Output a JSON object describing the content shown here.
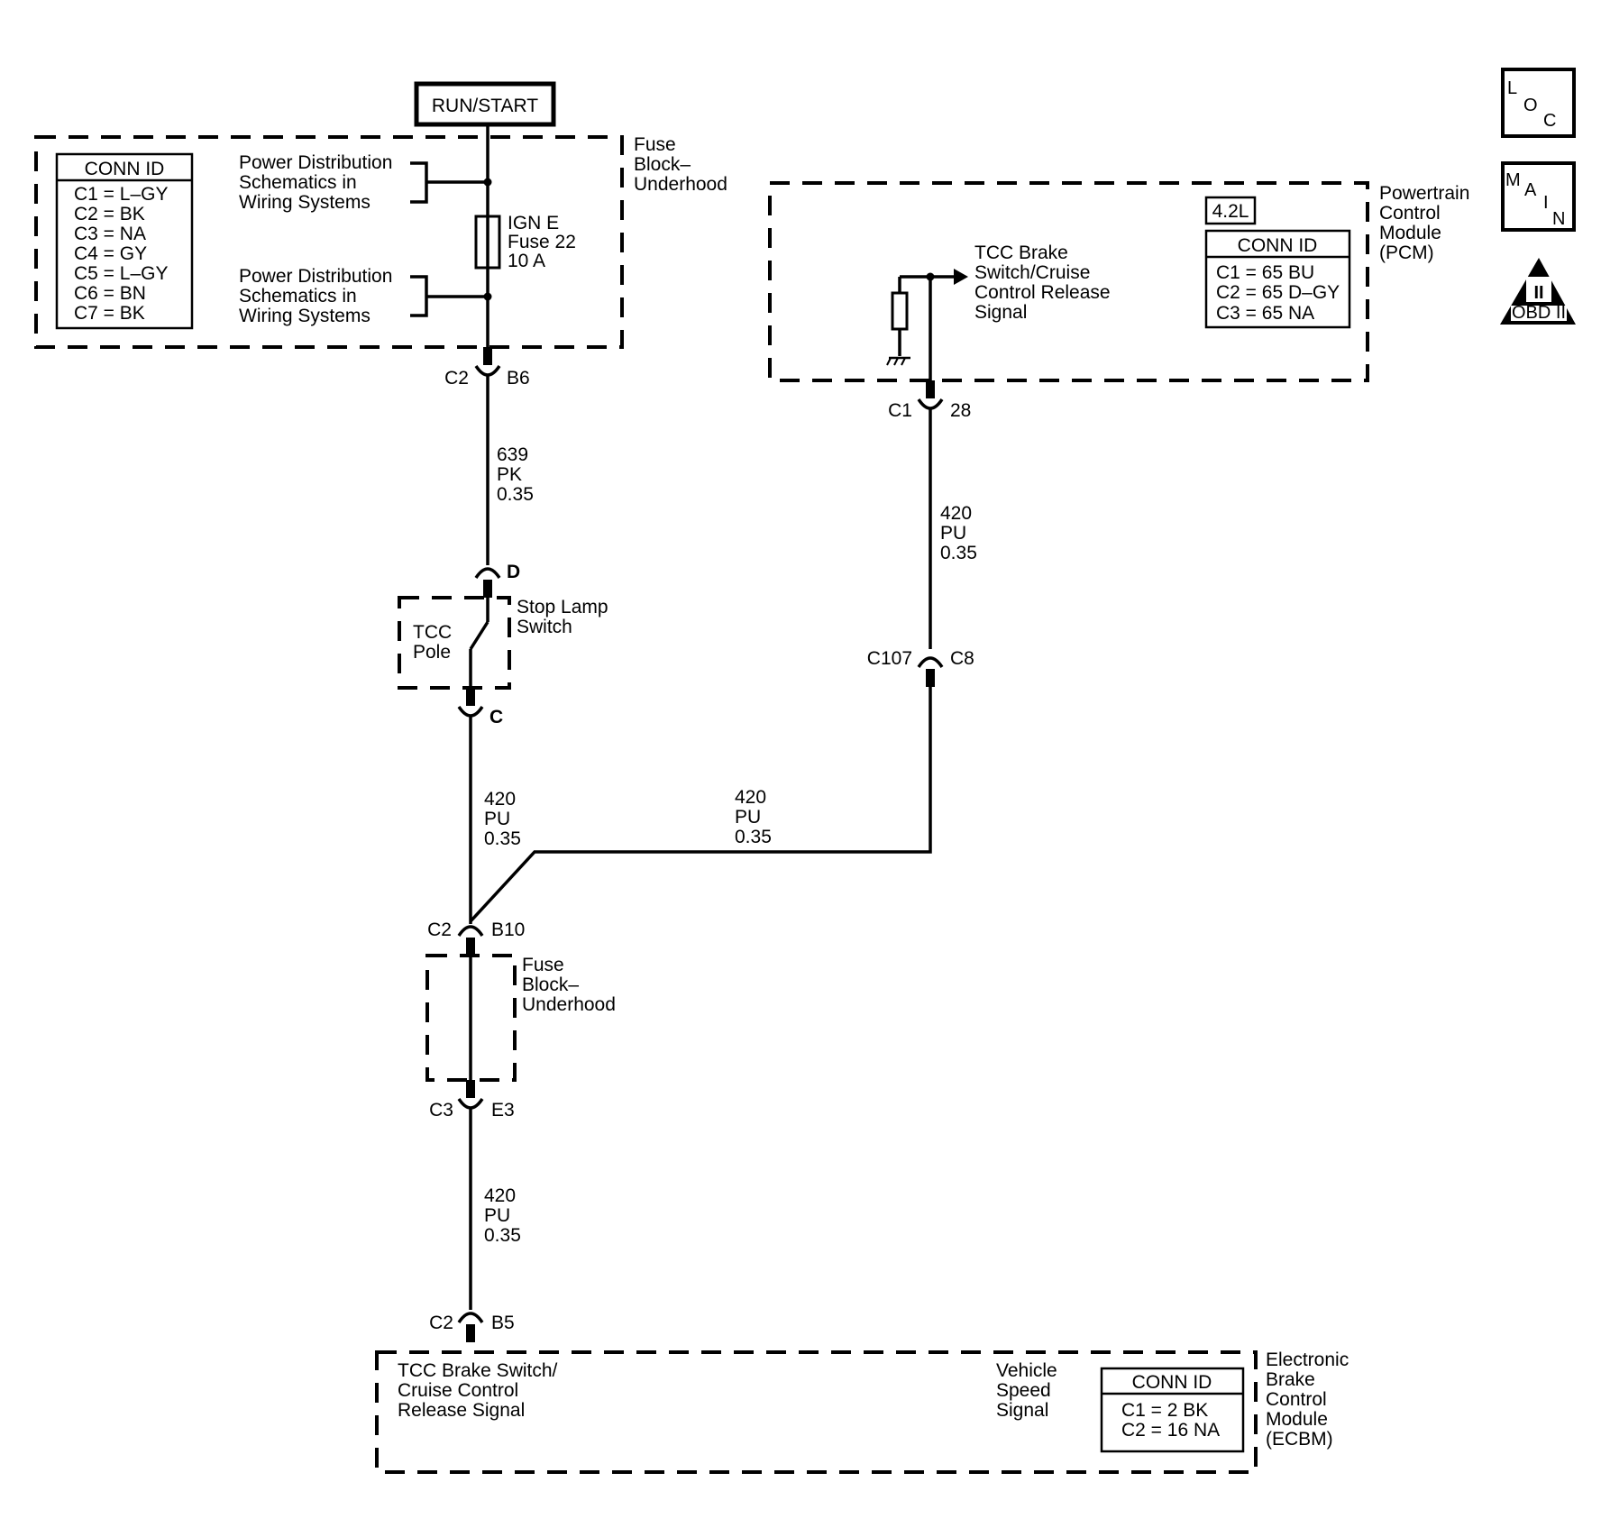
{
  "power": {
    "label": "RUN/START"
  },
  "fuse_block_top": {
    "name": "Fuse\nBlock–\nUnderhood",
    "conn_id": {
      "title": "CONN ID",
      "rows": [
        "C1 = L–GY",
        "C2 = BK",
        "C3 = NA",
        "C4 = GY",
        "C5 = L–GY",
        "C6 = BN",
        "C7 = BK"
      ]
    },
    "power_dist_1": "Power Distribution\nSchematics in\nWiring Systems",
    "power_dist_2": "Power Distribution\nSchematics in\nWiring Systems",
    "fuse": "IGN E\nFuse 22\n10 A",
    "conn_out": {
      "left": "C2",
      "right": "B6"
    }
  },
  "pcm": {
    "name": "Powertrain\nControl\nModule\n(PCM)",
    "engine": "4.2L",
    "conn_id": {
      "title": "CONN ID",
      "rows": [
        "C1 = 65 BU",
        "C2 = 65 D–GY",
        "C3 = 65 NA"
      ]
    },
    "signal": "TCC Brake\nSwitch/Cruise\nControl Release\nSignal",
    "conn_out": {
      "left": "C1",
      "right": "28"
    }
  },
  "wires": {
    "w639": "639\nPK\n0.35",
    "w420_pcm": "420\nPU\n0.35",
    "w420_switch": "420\nPU\n0.35",
    "w420_splice": "420\nPU\n0.35",
    "w420_ecbm": "420\nPU\n0.35"
  },
  "stop_lamp_switch": {
    "name": "Stop Lamp\nSwitch",
    "pole": "TCC\nPole",
    "pin_in": "D",
    "pin_out": "C"
  },
  "inline_c107": {
    "left": "C107",
    "right": "C8"
  },
  "fuse_block_bottom": {
    "name": "Fuse\nBlock–\nUnderhood",
    "conn_in": {
      "left": "C2",
      "right": "B10"
    },
    "conn_out": {
      "left": "C3",
      "right": "E3"
    }
  },
  "ecbm": {
    "name": "Electronic\nBrake\nControl\nModule\n(ECBM)",
    "conn_in": {
      "left": "C2",
      "right": "B5"
    },
    "signal": "TCC Brake Switch/\nCruise Control\nRelease Signal",
    "vss": "Vehicle\nSpeed\nSignal",
    "conn_id": {
      "title": "CONN ID",
      "rows": [
        "C1 = 2 BK",
        "C2 = 16 NA"
      ]
    }
  },
  "icons": {
    "loc": "LOC",
    "main": "MAIN",
    "obd": "OBD II",
    "obd_numeral": "II"
  }
}
